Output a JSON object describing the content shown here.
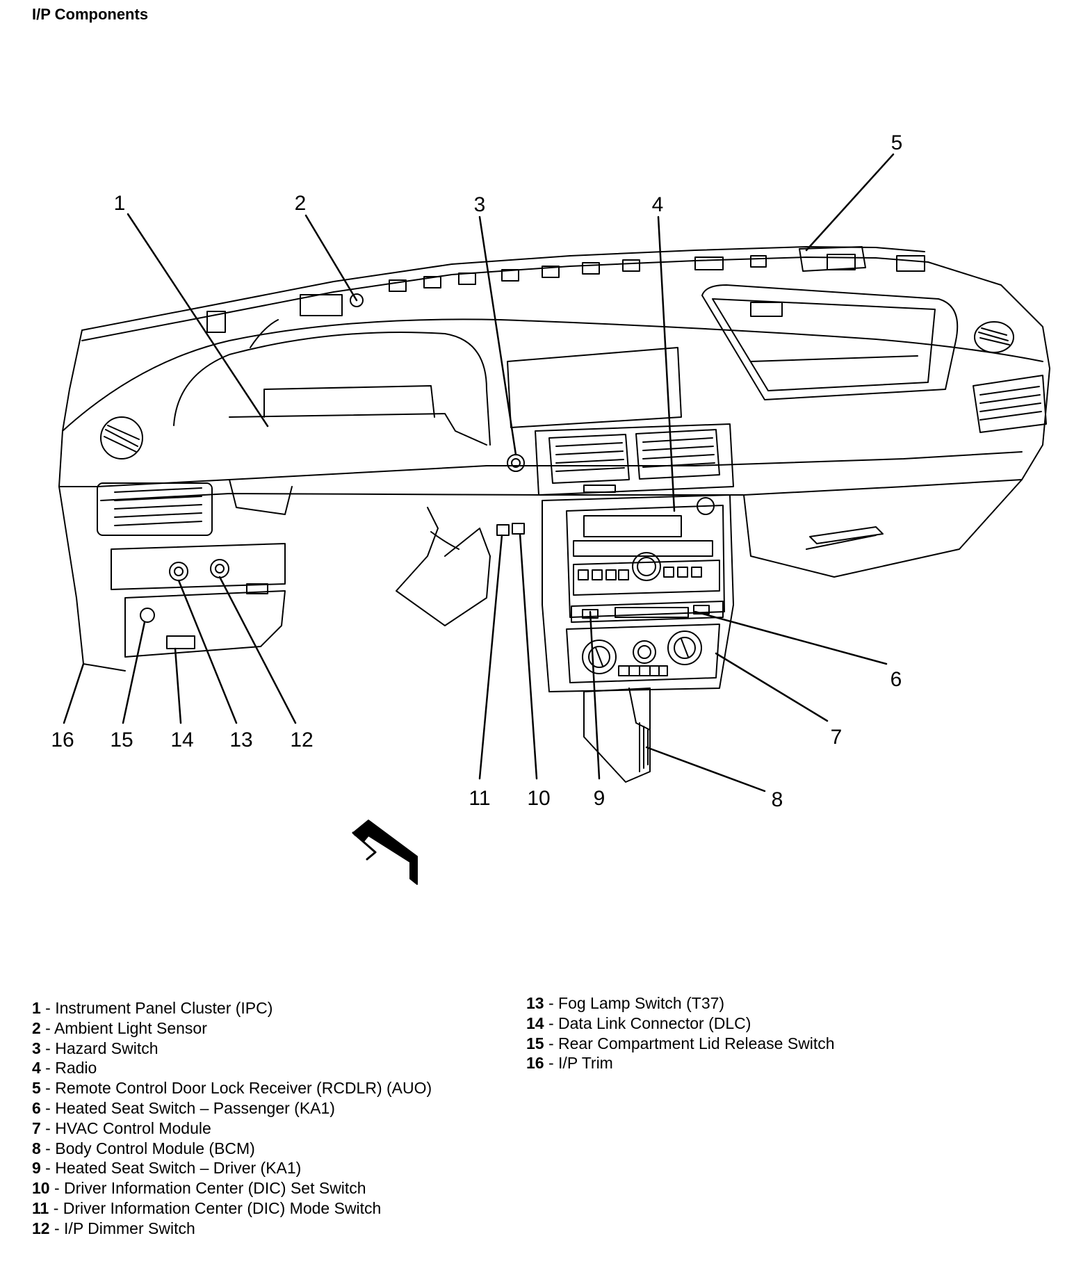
{
  "title": "I/P Components",
  "callouts": [
    "1",
    "2",
    "3",
    "4",
    "5",
    "6",
    "7",
    "8",
    "9",
    "10",
    "11",
    "12",
    "13",
    "14",
    "15",
    "16"
  ],
  "legend": [
    {
      "num": "1",
      "text": " - Instrument Panel Cluster (IPC)"
    },
    {
      "num": "2",
      "text": " - Ambient Light Sensor"
    },
    {
      "num": "3",
      "text": " - Hazard Switch"
    },
    {
      "num": "4",
      "text": " - Radio"
    },
    {
      "num": "5",
      "text": " - Remote Control Door Lock Receiver (RCDLR) (AUO)"
    },
    {
      "num": "6",
      "text": " - Heated Seat Switch – Passenger (KA1)"
    },
    {
      "num": "7",
      "text": " - HVAC Control Module"
    },
    {
      "num": "8",
      "text": " - Body Control Module (BCM)"
    },
    {
      "num": "9",
      "text": " - Heated Seat Switch – Driver (KA1)"
    },
    {
      "num": "10",
      "text": " - Driver Information Center (DIC) Set Switch"
    },
    {
      "num": "11",
      "text": " - Driver Information Center (DIC) Mode Switch"
    },
    {
      "num": "12",
      "text": " - I/P Dimmer Switch"
    },
    {
      "num": "13",
      "text": " - Fog Lamp Switch (T37)"
    },
    {
      "num": "14",
      "text": " - Data Link Connector (DLC)"
    },
    {
      "num": "15",
      "text": " - Rear Compartment Lid Release Switch"
    },
    {
      "num": "16",
      "text": " - I/P Trim"
    }
  ]
}
